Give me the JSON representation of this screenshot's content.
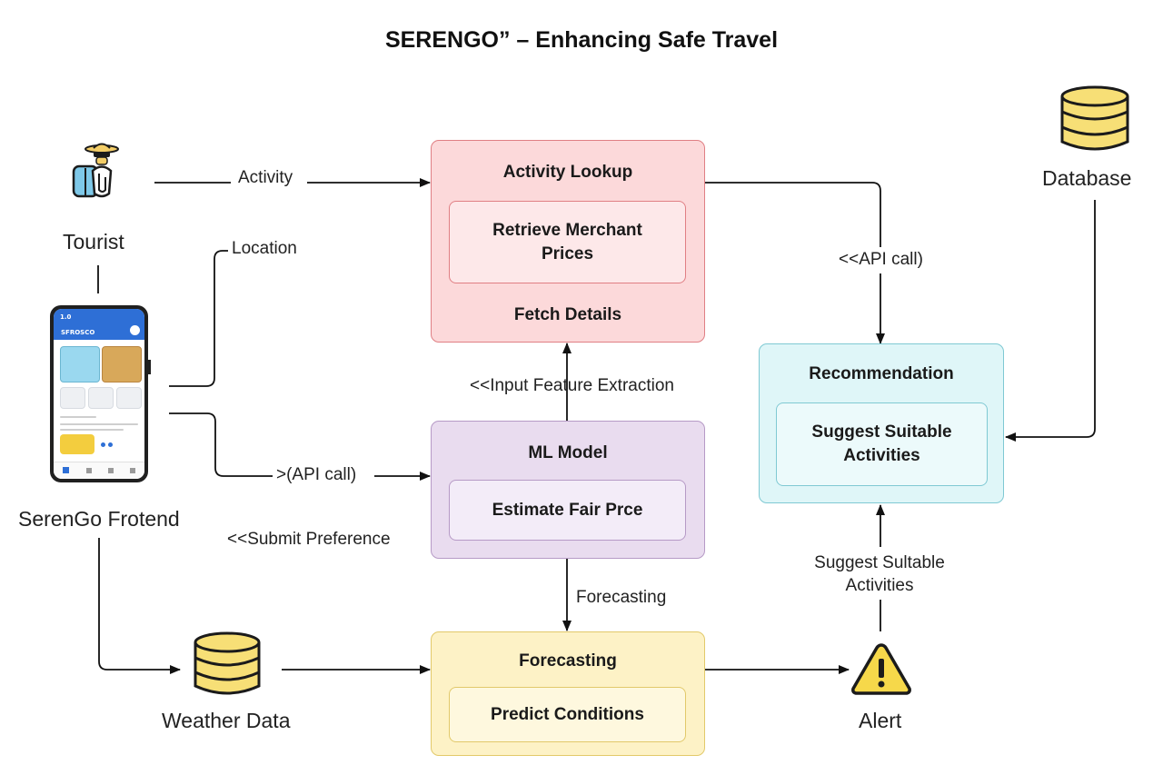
{
  "title": "SERENGO” – Enhancing Safe Travel",
  "actors": {
    "tourist": "Tourist",
    "frontend": "SerenGo Frotend",
    "database": "Database",
    "weather": "Weather Data",
    "alert": "Alert"
  },
  "phone": {
    "status_time": "1.0",
    "app_name": "SFROSCO"
  },
  "boxes": {
    "activity_lookup": {
      "title": "Activity Lookup",
      "inner": "Retrieve Merchant Prices",
      "footer": "Fetch Details"
    },
    "ml_model": {
      "title": "ML Model",
      "inner": "Estimate Fair Prce"
    },
    "forecasting": {
      "title": "Forecasting",
      "inner": "Predict Conditions"
    },
    "recommendation": {
      "title": "Recommendation",
      "inner": "Suggest Suitable Activities"
    }
  },
  "edges": {
    "activity": "Activity",
    "location": "Location",
    "api_call_right": "<<API call)",
    "input_feature": "<<Input Feature Extraction",
    "api_call_left": ">(API call)",
    "submit_pref": "<<Submit Preference",
    "forecasting": "Forecasting",
    "suggest": "Suggest Sultable Activities"
  },
  "colors": {
    "lookup_fill": "#fcd9da",
    "lookup_border": "#e07f84",
    "lookup_inner": "#fde8e9",
    "ml_fill": "#e9dcef",
    "ml_border": "#b69ac6",
    "ml_inner": "#f3ecf8",
    "fc_fill": "#fdf2c6",
    "fc_border": "#e2c96a",
    "fc_inner": "#fef8de",
    "rec_fill": "#dff6f8",
    "rec_border": "#7fc9d3",
    "rec_inner": "#ecfafb",
    "db_fill": "#f7df76",
    "db_stroke": "#1b1b1b",
    "alert_fill": "#f6d84a",
    "phone_accent": "#2e6fd6"
  }
}
